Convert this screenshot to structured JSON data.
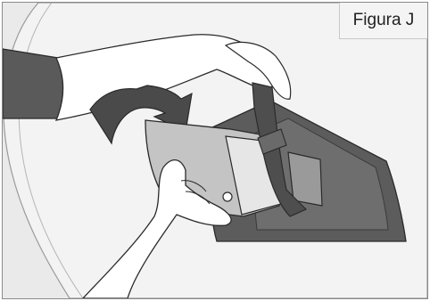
{
  "figure": {
    "label": "Figura J"
  },
  "illustration": {
    "icons": [
      "dome-outline",
      "left-arm-sleeve",
      "rotation-arrow",
      "device-case",
      "hands-removing-cover"
    ],
    "colors": {
      "background": "#eaeaea",
      "dark_gray": "#5a5a5a",
      "mid_gray": "#8c8c8c",
      "light_gray": "#c4c4c4",
      "skin": "#ffffff",
      "outline": "#2a2a2a"
    }
  }
}
